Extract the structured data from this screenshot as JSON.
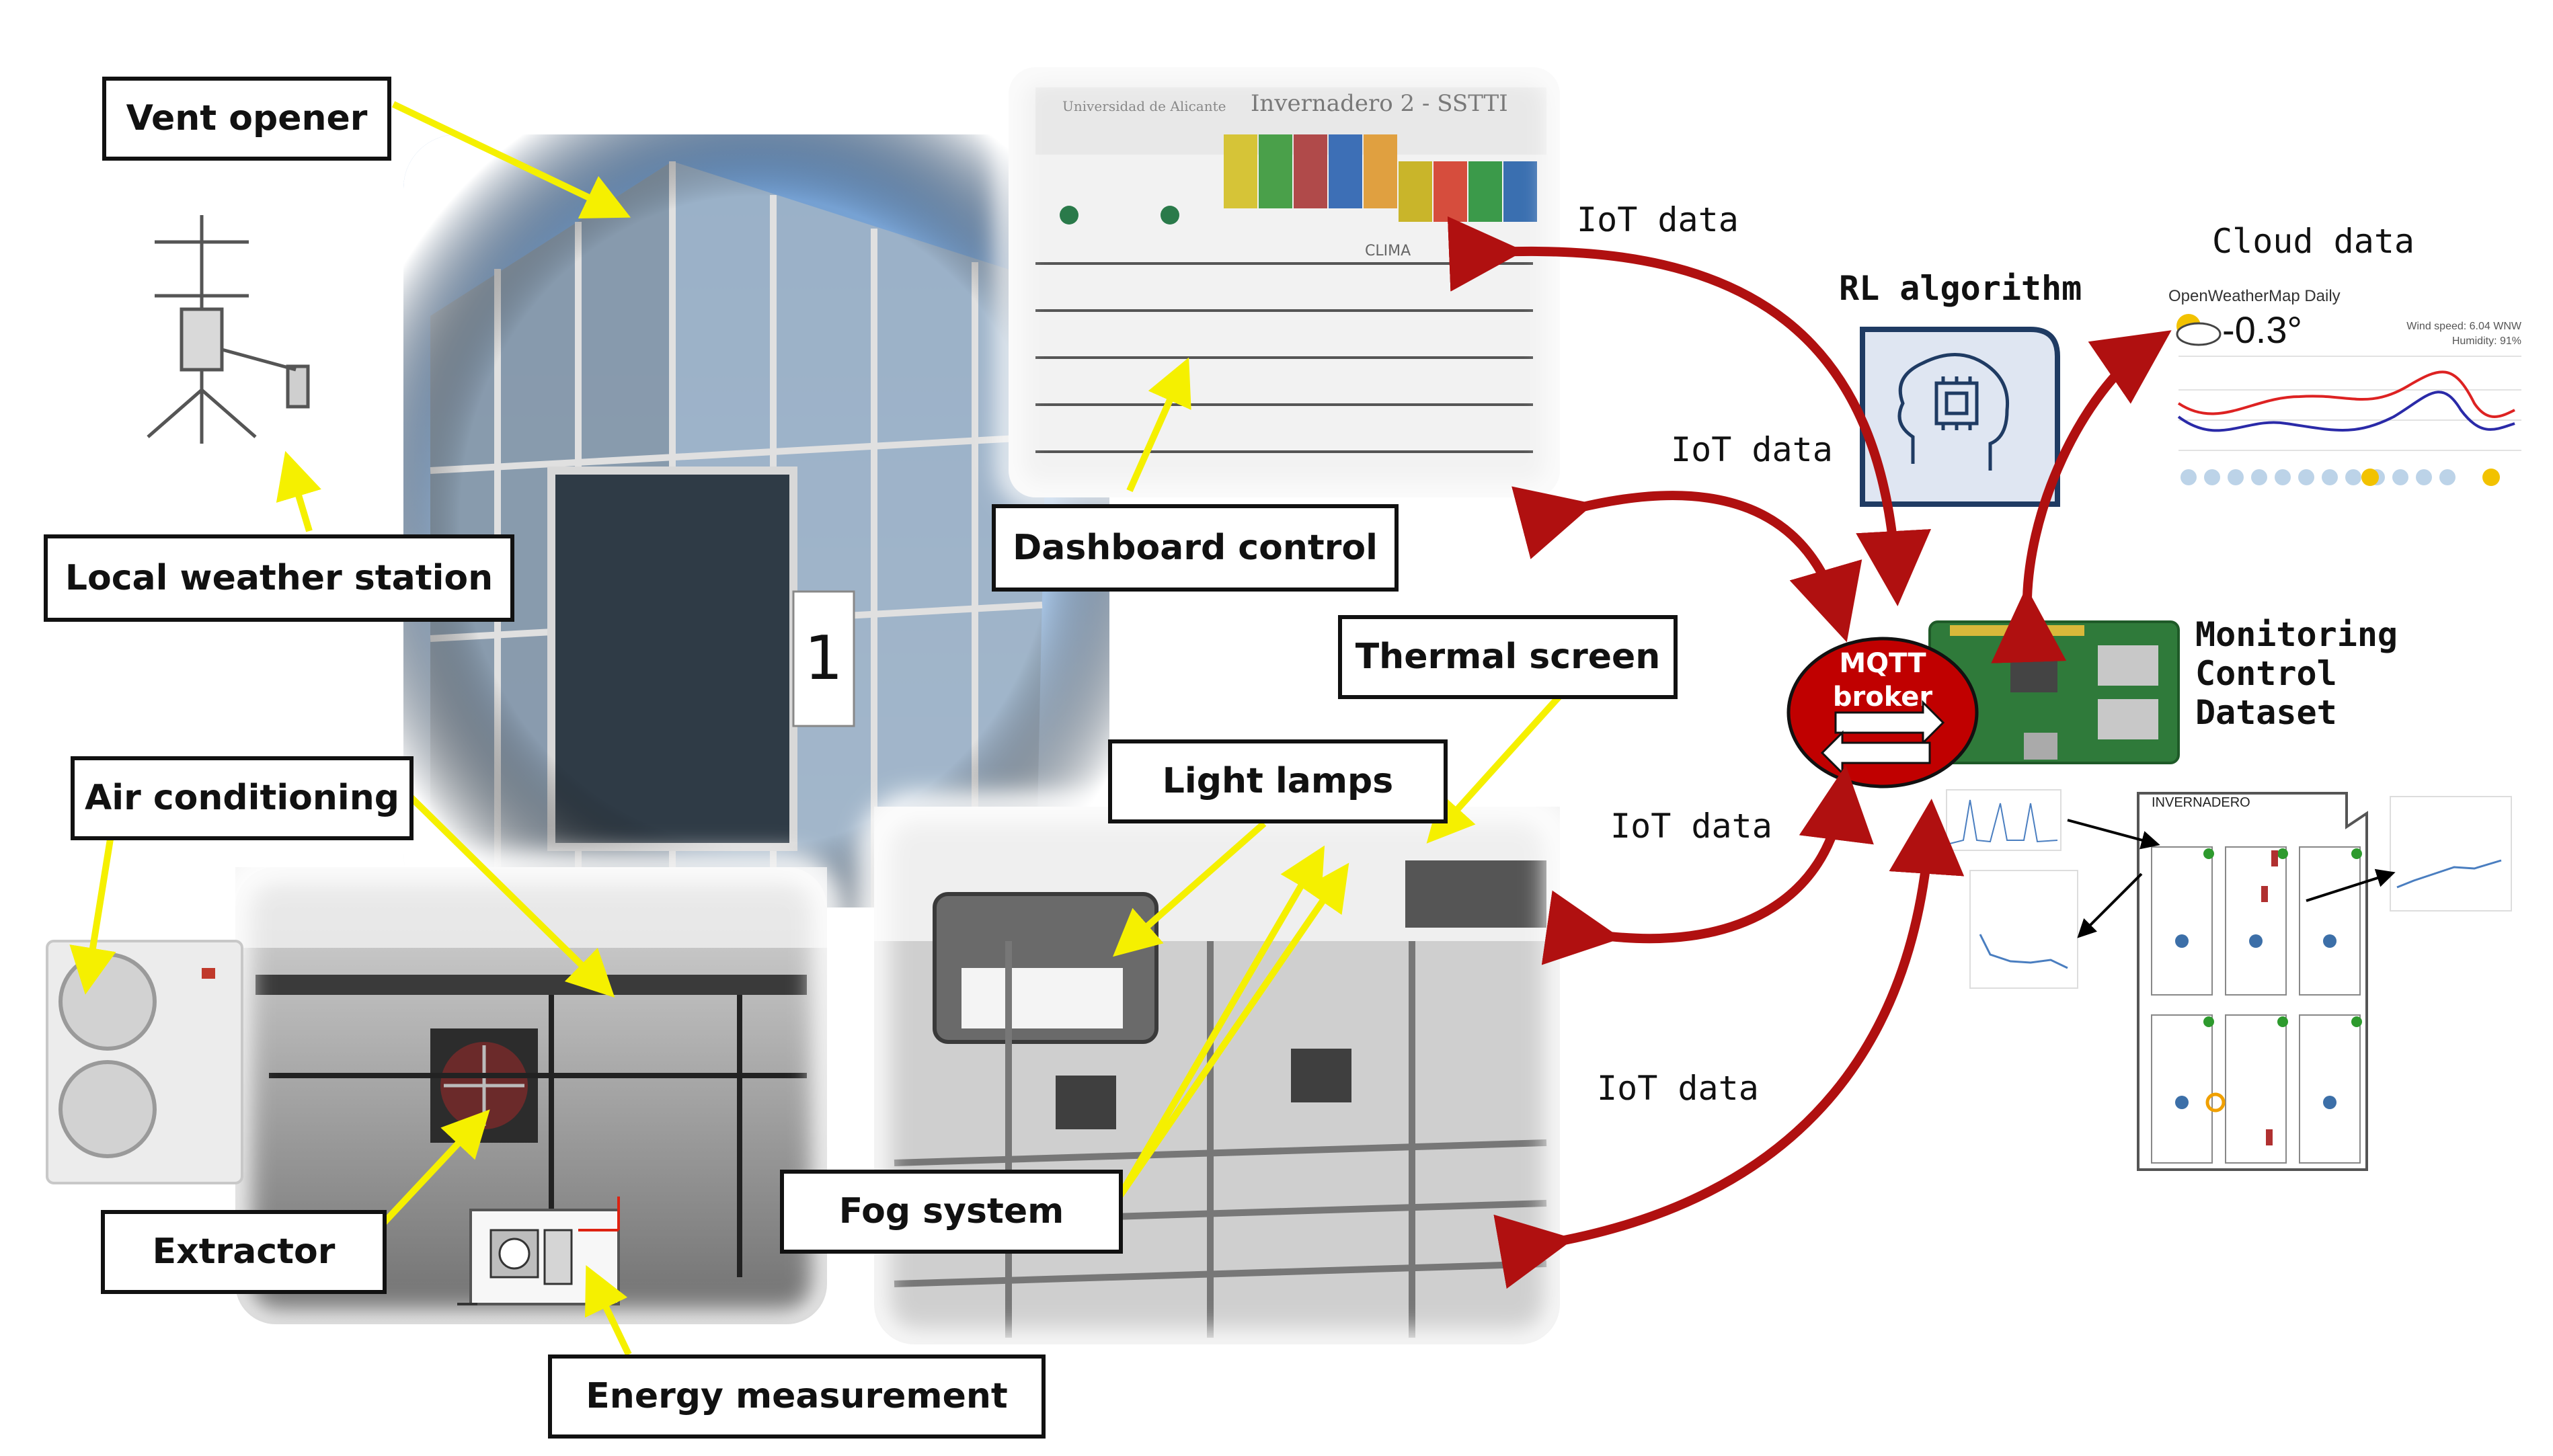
{
  "labels": {
    "vent_opener": "Vent opener",
    "local_weather_station": "Local weather station",
    "dashboard_control": "Dashboard control",
    "thermal_screen": "Thermal screen",
    "light_lamps": "Light lamps",
    "air_conditioning": "Air conditioning",
    "extractor": "Extractor",
    "fog_system": "Fog system",
    "energy_measurement": "Energy measurement"
  },
  "flows": {
    "iot_data_1": "IoT data",
    "iot_data_2": "IoT data",
    "iot_data_3": "IoT data",
    "iot_data_4": "IoT data",
    "cloud_data": "Cloud data"
  },
  "rl": {
    "title": "RL algorithm"
  },
  "broker": {
    "line1": "MQTT",
    "line2": "broker"
  },
  "monitoring": {
    "line1": "Monitoring",
    "line2": "Control",
    "line3": "Dataset"
  },
  "weather_widget": {
    "title": "OpenWeatherMap Daily",
    "temperature": "-0.3°",
    "wind": "Wind speed: 6.04 WNW",
    "humidity": "Humidity: 91%"
  },
  "dashboard_panel": {
    "title": "Invernadero 2 - SSTTI",
    "university": "Universidad de Alicante",
    "section": "CLIMA"
  },
  "greenhouse_map": {
    "title": "INVERNADERO"
  },
  "door_sign": "1",
  "colors": {
    "arrow_red": "#b01010",
    "pointer_yellow": "#f5f000",
    "broker_red": "#c00000",
    "rl_box_bg": "#dfe6f2",
    "rl_box_border": "#1f3b63"
  }
}
